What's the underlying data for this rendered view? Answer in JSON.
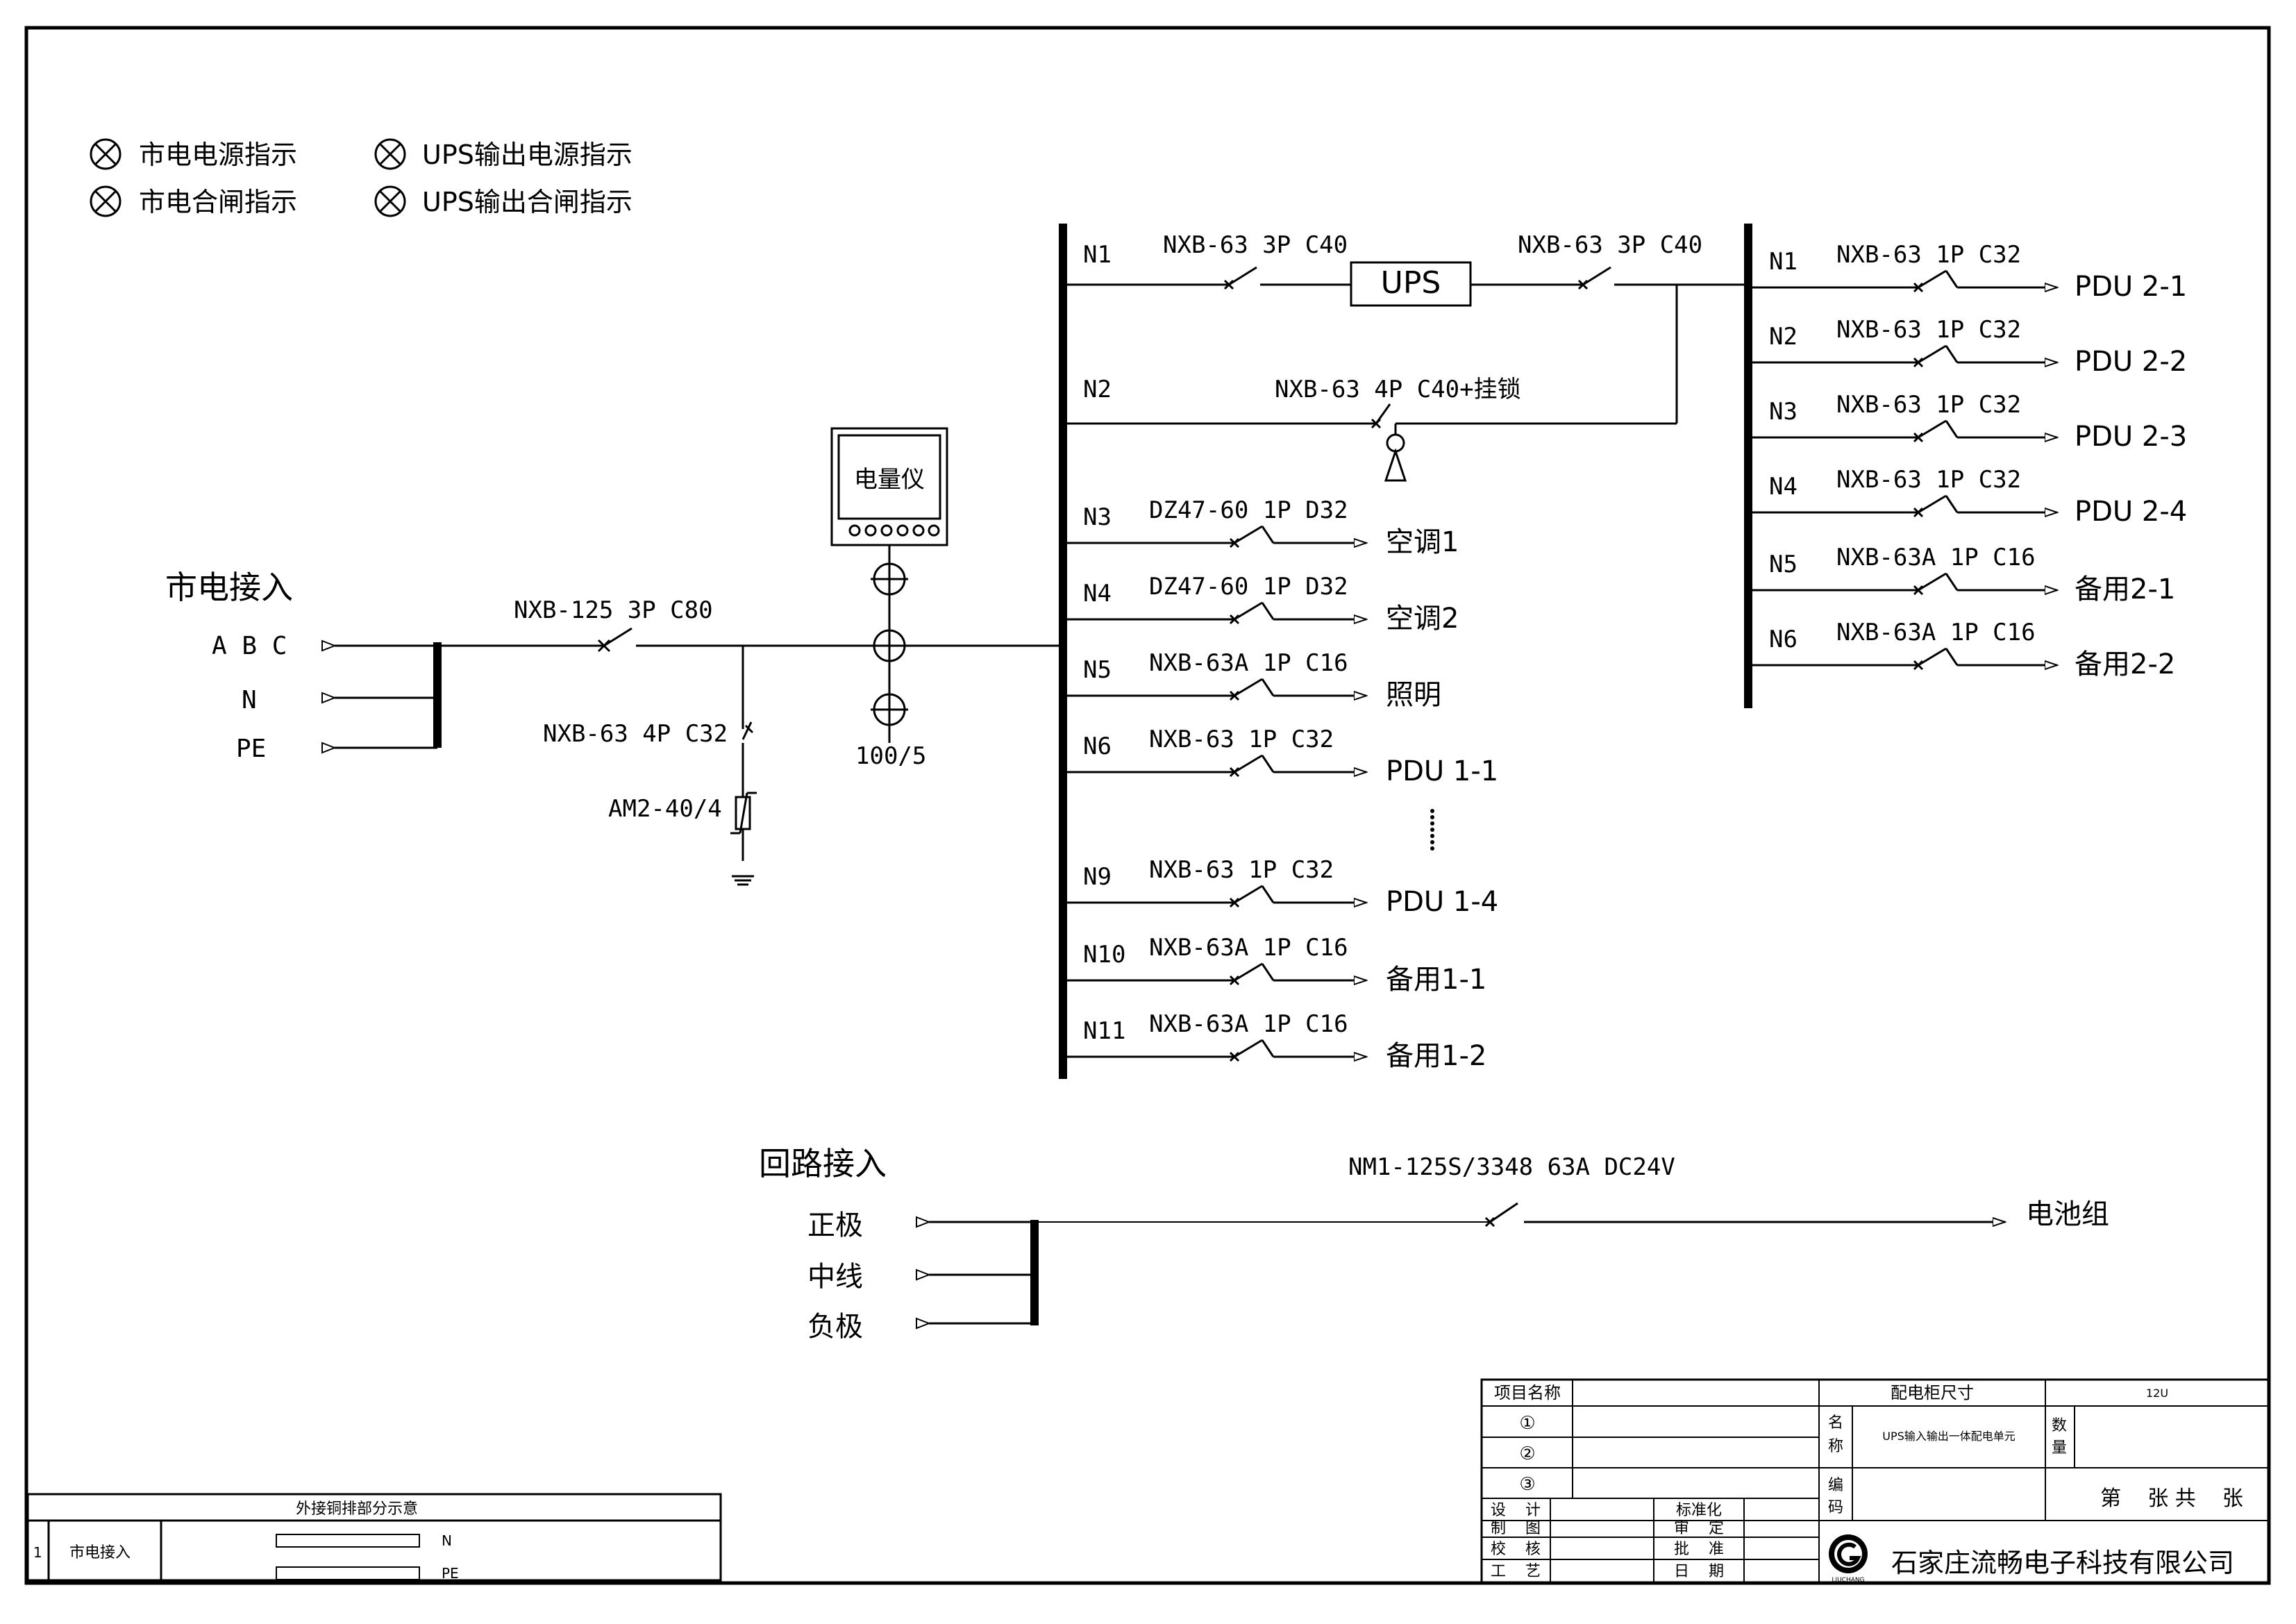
{
  "legend": {
    "items": [
      "市电电源指示",
      "UPS输出电源指示",
      "市电合闸指示",
      "UPS输出合闸指示"
    ]
  },
  "mains": {
    "title": "市电接入",
    "lines": [
      "A B C",
      "N",
      "PE"
    ],
    "main_breaker": "NXB-125 3P C80",
    "spd_breaker": "NXB-63 4P C32",
    "arrester": "AM2-40/4",
    "meter": "电量仪",
    "ct_ratio": "100/5"
  },
  "left_bus": {
    "circuits": [
      {
        "id": "N1",
        "breaker": "NXB-63 3P C40",
        "dest": ""
      },
      {
        "id": "N2",
        "breaker": "NXB-63 4P C40+挂锁",
        "dest": ""
      },
      {
        "id": "N3",
        "breaker": "DZ47-60 1P D32",
        "dest": "空调1"
      },
      {
        "id": "N4",
        "breaker": "DZ47-60 1P D32",
        "dest": "空调2"
      },
      {
        "id": "N5",
        "breaker": "NXB-63A 1P C16",
        "dest": "照明"
      },
      {
        "id": "N6",
        "breaker": "NXB-63 1P C32",
        "dest": "PDU 1-1"
      },
      {
        "id": "N9",
        "breaker": "NXB-63 1P C32",
        "dest": "PDU 1-4"
      },
      {
        "id": "N10",
        "breaker": "NXB-63A 1P C16",
        "dest": "备用1-1"
      },
      {
        "id": "N11",
        "breaker": "NXB-63A 1P C16",
        "dest": "备用1-2"
      }
    ],
    "ups_label": "UPS",
    "ups_out_breaker": "NXB-63 3P C40"
  },
  "right_bus": {
    "circuits": [
      {
        "id": "N1",
        "breaker": "NXB-63 1P C32",
        "dest": "PDU 2-1"
      },
      {
        "id": "N2",
        "breaker": "NXB-63 1P C32",
        "dest": "PDU 2-2"
      },
      {
        "id": "N3",
        "breaker": "NXB-63 1P C32",
        "dest": "PDU 2-3"
      },
      {
        "id": "N4",
        "breaker": "NXB-63 1P C32",
        "dest": "PDU 2-4"
      },
      {
        "id": "N5",
        "breaker": "NXB-63A 1P C16",
        "dest": "备用2-1"
      },
      {
        "id": "N6",
        "breaker": "NXB-63A 1P C16",
        "dest": "备用2-2"
      }
    ]
  },
  "dc_loop": {
    "title": "回路接入",
    "lines": [
      "正极",
      "中线",
      "负极"
    ],
    "breaker": "NM1-125S/3348 63A DC24V",
    "dest": "电池组"
  },
  "busbar_table": {
    "title": "外接铜排部分示意",
    "row_no": "1",
    "row_label": "市电接入",
    "bars": [
      "N",
      "PE"
    ]
  },
  "title_block": {
    "project_name_label": "项目名称",
    "cabinet_size_label": "配电柜尺寸",
    "cabinet_size_value": "12U",
    "circle_items": [
      "①",
      "②",
      "③"
    ],
    "name_label_1": "名",
    "name_label_2": "称",
    "name_value": "UPS输入输出一体配电单元",
    "qty_label_1": "数",
    "qty_label_2": "量",
    "code_label_1": "编",
    "code_label_2": "码",
    "sheet_text": "第    张 共    张",
    "roles": [
      "设    计",
      "制    图",
      "校    核",
      "工    艺"
    ],
    "approvals": [
      "标准化",
      "审    定",
      "批    准",
      "日    期"
    ],
    "logo_text": "LIUCHANG",
    "company": "石家庄流畅电子科技有限公司"
  }
}
